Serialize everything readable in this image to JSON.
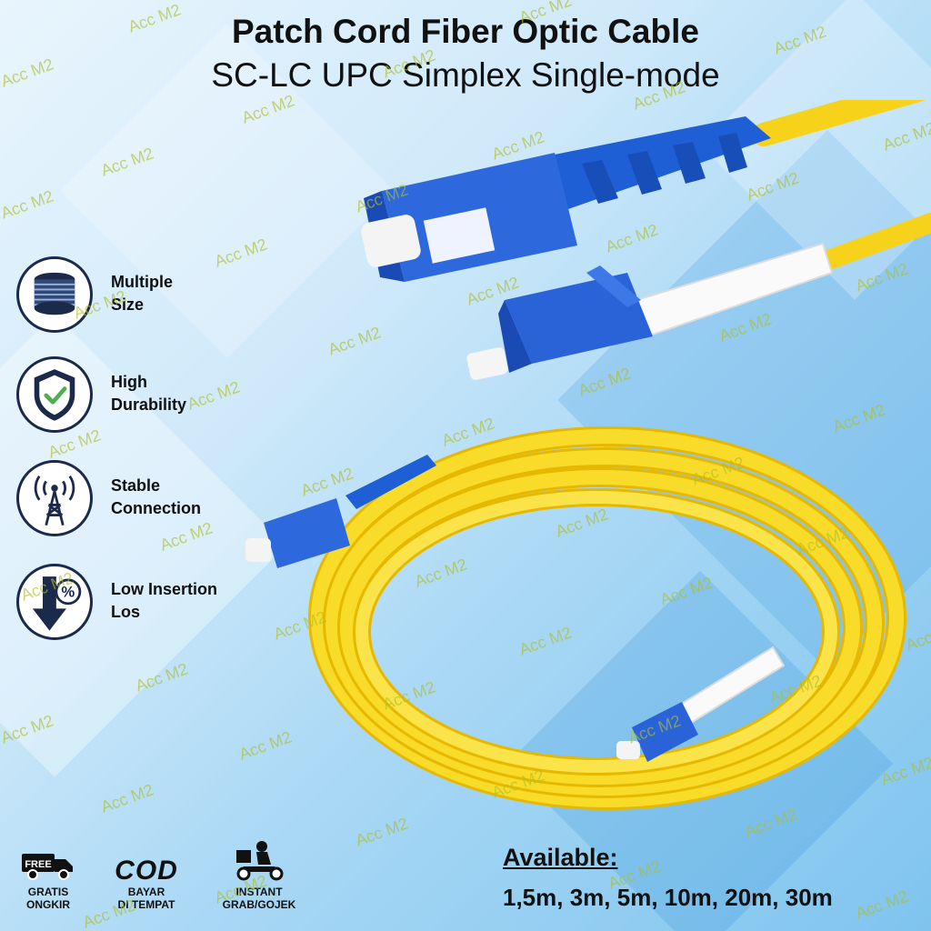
{
  "header": {
    "title": "Patch Cord Fiber Optic Cable",
    "subtitle": "SC-LC UPC Simplex Single-mode"
  },
  "features": [
    {
      "icon": "cable-reel-icon",
      "line1": "Multiple",
      "line2": "Size"
    },
    {
      "icon": "shield-check-icon",
      "line1": "High",
      "line2": "Durability"
    },
    {
      "icon": "antenna-signal-icon",
      "line1": "Stable",
      "line2": "Connection"
    },
    {
      "icon": "percent-down-arrow-icon",
      "line1": "Low Insertion",
      "line2": "Los"
    }
  ],
  "badges": {
    "free_shipping": {
      "icon_text": "FREE",
      "line1": "GRATIS",
      "line2": "ONGKIR"
    },
    "cod": {
      "logo_text": "COD",
      "line1": "BAYAR",
      "line2": "DI TEMPAT"
    },
    "instant": {
      "line1": "INSTANT",
      "line2": "GRAB/GOJEK"
    }
  },
  "availability": {
    "title": "Available:",
    "sizes": "1,5m, 3m, 5m, 10m, 20m, 30m"
  },
  "watermark_text": "Acc M2",
  "colors": {
    "cable_yellow": "#f7d21a",
    "connector_blue": "#1f5fd6",
    "icon_navy": "#1b2a4a"
  }
}
